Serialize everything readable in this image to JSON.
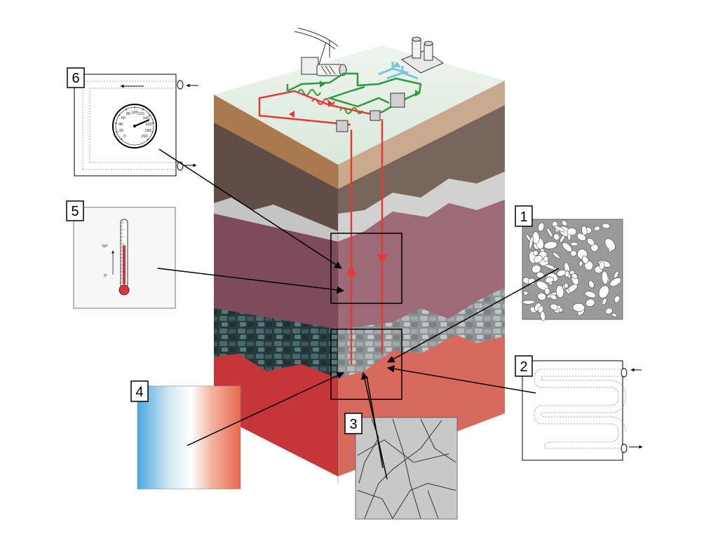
{
  "callouts": [
    {
      "number": "1"
    },
    {
      "number": "2"
    },
    {
      "number": "3"
    },
    {
      "number": "4"
    },
    {
      "number": "5"
    },
    {
      "number": "6"
    }
  ],
  "thermometer": {
    "label_high": "60°",
    "label_low": "0°"
  },
  "gauge": {
    "ticks": [
      "0",
      "20",
      "40",
      "60",
      "80",
      "100",
      "120",
      "140",
      "160",
      "180",
      "200"
    ]
  },
  "colors": {
    "surface": "#e3eee3",
    "soil": "#a87a4e",
    "rock_dark": "#5f4d46",
    "rock_grey": "#c4c4c4",
    "rock_mauve": "#8b5c6b",
    "fractured_zone": "#3f5f62",
    "hot_rock": "#c5353a",
    "hot_pipe": "#e23b36",
    "green_loop": "#2f9a3f",
    "blue_loop": "#7cc6dd"
  }
}
